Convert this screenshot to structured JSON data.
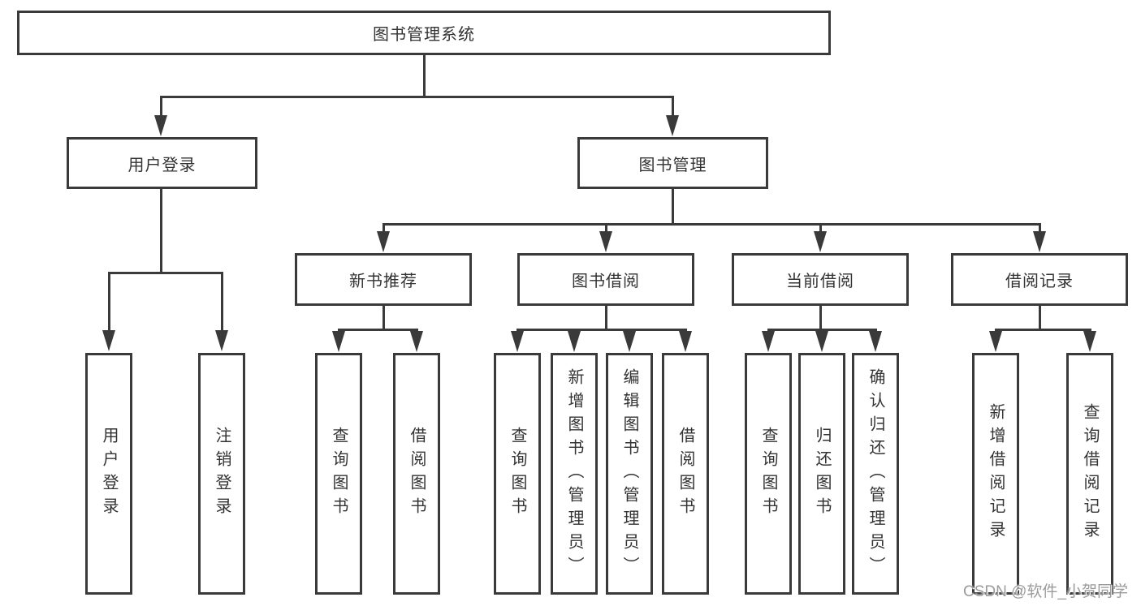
{
  "colors": {
    "line": "#3a3a3a",
    "text": "#333333",
    "background": "#ffffff",
    "watermark": "#9b9b9b"
  },
  "watermark": {
    "text": "CSDN @软件_小贺同学"
  },
  "diagram": {
    "title": "图书管理系统",
    "nodes": {
      "root": {
        "label": "图书管理系统"
      },
      "login": {
        "label": "用户登录"
      },
      "mgmt": {
        "label": "图书管理"
      },
      "rec": {
        "label": "新书推荐"
      },
      "borrow": {
        "label": "图书借阅"
      },
      "cur": {
        "label": "当前借阅"
      },
      "hist": {
        "label": "借阅记录"
      },
      "login_user": {
        "label": "用户登录"
      },
      "login_out": {
        "label": "注销登录"
      },
      "rec_query": {
        "label": "查询图书"
      },
      "rec_borrow": {
        "label": "借阅图书"
      },
      "bor_query": {
        "label": "查询图书"
      },
      "bor_add": {
        "label": "新增图书（管理员）"
      },
      "bor_edit": {
        "label": "编辑图书（管理员）"
      },
      "bor_borrow": {
        "label": "借阅图书"
      },
      "cur_query": {
        "label": "查询图书"
      },
      "cur_return": {
        "label": "归还图书"
      },
      "cur_confirm": {
        "label": "确认归还（管理员）"
      },
      "hist_add": {
        "label": "新增借阅记录"
      },
      "hist_query": {
        "label": "查询借阅记录"
      }
    },
    "edges": [
      [
        "root",
        "login"
      ],
      [
        "root",
        "mgmt"
      ],
      [
        "login",
        "login_user"
      ],
      [
        "login",
        "login_out"
      ],
      [
        "mgmt",
        "rec"
      ],
      [
        "mgmt",
        "borrow"
      ],
      [
        "mgmt",
        "cur"
      ],
      [
        "mgmt",
        "hist"
      ],
      [
        "rec",
        "rec_query"
      ],
      [
        "rec",
        "rec_borrow"
      ],
      [
        "borrow",
        "bor_query"
      ],
      [
        "borrow",
        "bor_add"
      ],
      [
        "borrow",
        "bor_edit"
      ],
      [
        "borrow",
        "bor_borrow"
      ],
      [
        "cur",
        "cur_query"
      ],
      [
        "cur",
        "cur_return"
      ],
      [
        "cur",
        "cur_confirm"
      ],
      [
        "hist",
        "hist_add"
      ],
      [
        "hist",
        "hist_query"
      ]
    ]
  }
}
